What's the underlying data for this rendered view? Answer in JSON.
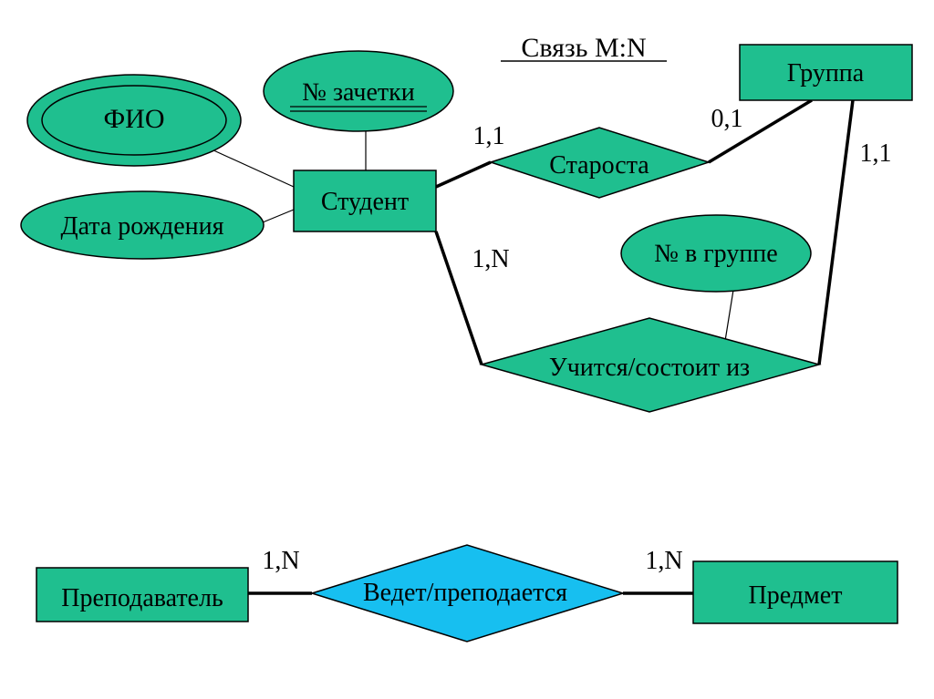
{
  "title": "Связь M:N",
  "colors": {
    "entity_fill": "#1fbf8f",
    "relation_fill": "#1fbf8f",
    "relation2_fill": "#17bff0",
    "stroke": "#000000"
  },
  "entities": {
    "student": "Студент",
    "group": "Группа",
    "teacher": "Преподаватель",
    "subject": "Предмет"
  },
  "attributes": {
    "fio": "ФИО",
    "record_book": "№ зачетки",
    "birth_date": "Дата рождения",
    "group_number": "№ в группе"
  },
  "relationships": {
    "headman": "Староста",
    "studies": "Учится/состоит из",
    "teaches": "Ведет/преподается"
  },
  "cardinalities": {
    "student_headman": "1,1",
    "group_headman": "0,1",
    "group_studies": "1,1",
    "student_studies": "1,N",
    "teacher_teaches": "1,N",
    "subject_teaches": "1,N"
  }
}
